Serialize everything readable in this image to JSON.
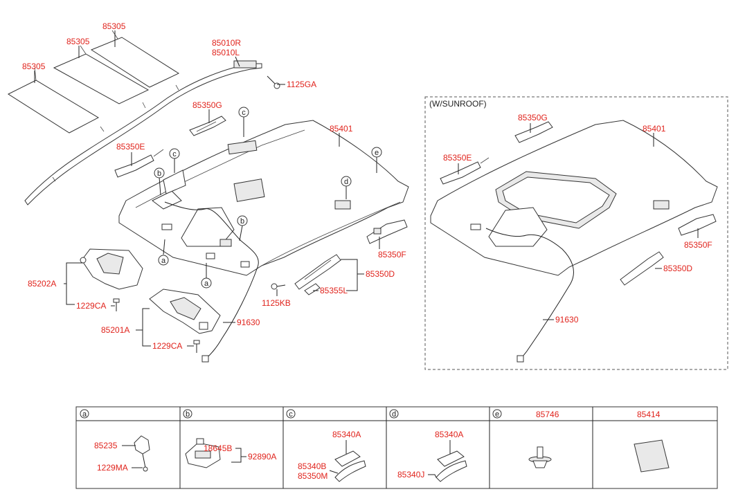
{
  "callouts": {
    "a": "a",
    "b": "b",
    "c": "c",
    "d": "d",
    "e": "e"
  },
  "labels": {
    "p85305": "85305",
    "p85010R": "85010R",
    "p85010L": "85010L",
    "p1125GA": "1125GA",
    "p85350G": "85350G",
    "p85350E": "85350E",
    "p85401": "85401",
    "p85350F": "85350F",
    "p85350D": "85350D",
    "p85355L": "85355L",
    "p1125KB": "1125KB",
    "p85202A": "85202A",
    "p1229CA": "1229CA",
    "p85201A": "85201A",
    "p91630": "91630"
  },
  "sunroof": {
    "caption": "(W/SUNROOF)"
  },
  "table": {
    "headers": [
      "a",
      "b",
      "c",
      "d",
      "e",
      "85746",
      "85414"
    ],
    "a": {
      "p1": "85235",
      "p2": "1229MA"
    },
    "b": {
      "p1": "18645B",
      "p2": "92890A"
    },
    "c": {
      "p1": "85340A",
      "p2": "85340B",
      "p3": "85350M"
    },
    "d": {
      "p1": "85340A",
      "p2": "85340J"
    }
  }
}
